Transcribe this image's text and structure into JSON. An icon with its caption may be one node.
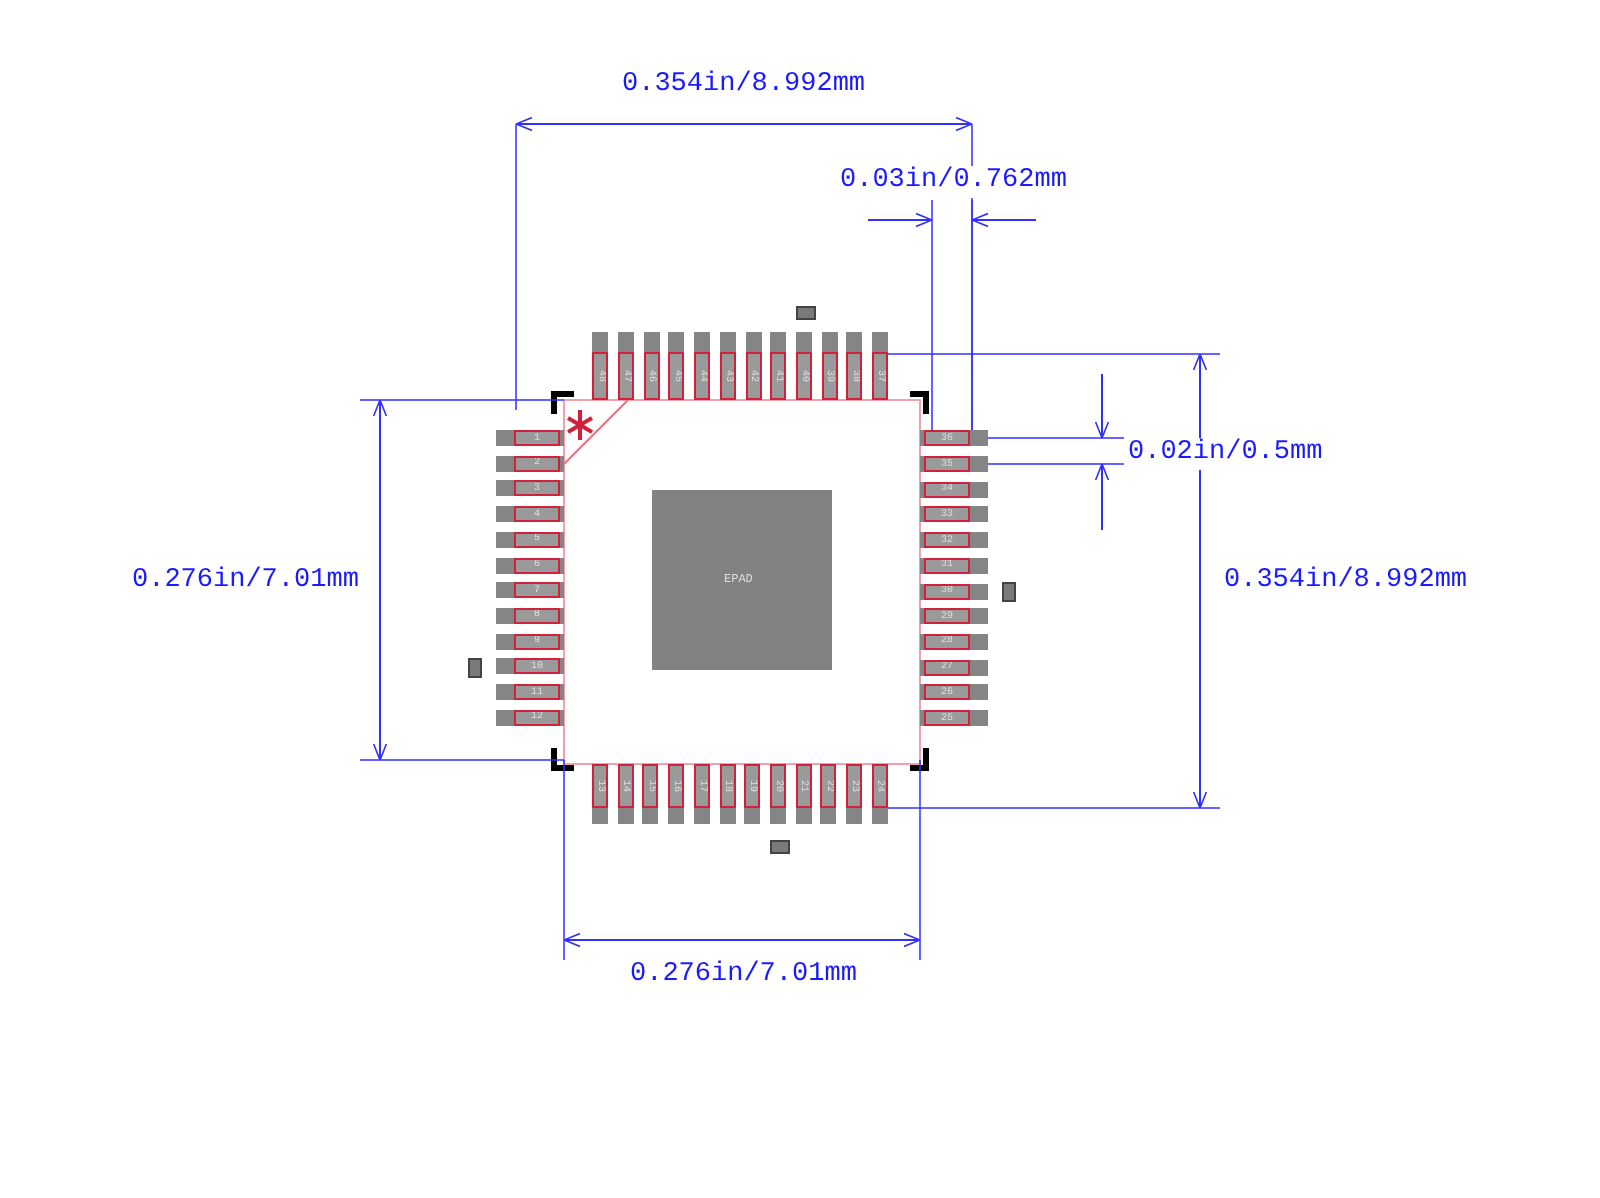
{
  "diagram": {
    "labels": [
      "0.354in/8.992mm",
      "0.03in/0.762mm",
      "0.02in/0.5mm",
      "0.276in/7.01mm",
      "0.354in/8.992mm",
      "0.276in/7.01mm",
      "EPAD",
      "1",
      "2",
      "3",
      "4",
      "5",
      "6",
      "7",
      "8",
      "9",
      "10",
      "11",
      "12",
      "13",
      "14",
      "15",
      "16",
      "17",
      "18",
      "19",
      "20",
      "21",
      "22",
      "23",
      "24",
      "25",
      "26",
      "27",
      "28",
      "29",
      "30",
      "31",
      "32",
      "33",
      "34",
      "35",
      "36",
      "37",
      "38",
      "39",
      "40",
      "41",
      "42",
      "43",
      "44",
      "45",
      "46",
      "47",
      "48"
    ]
  }
}
